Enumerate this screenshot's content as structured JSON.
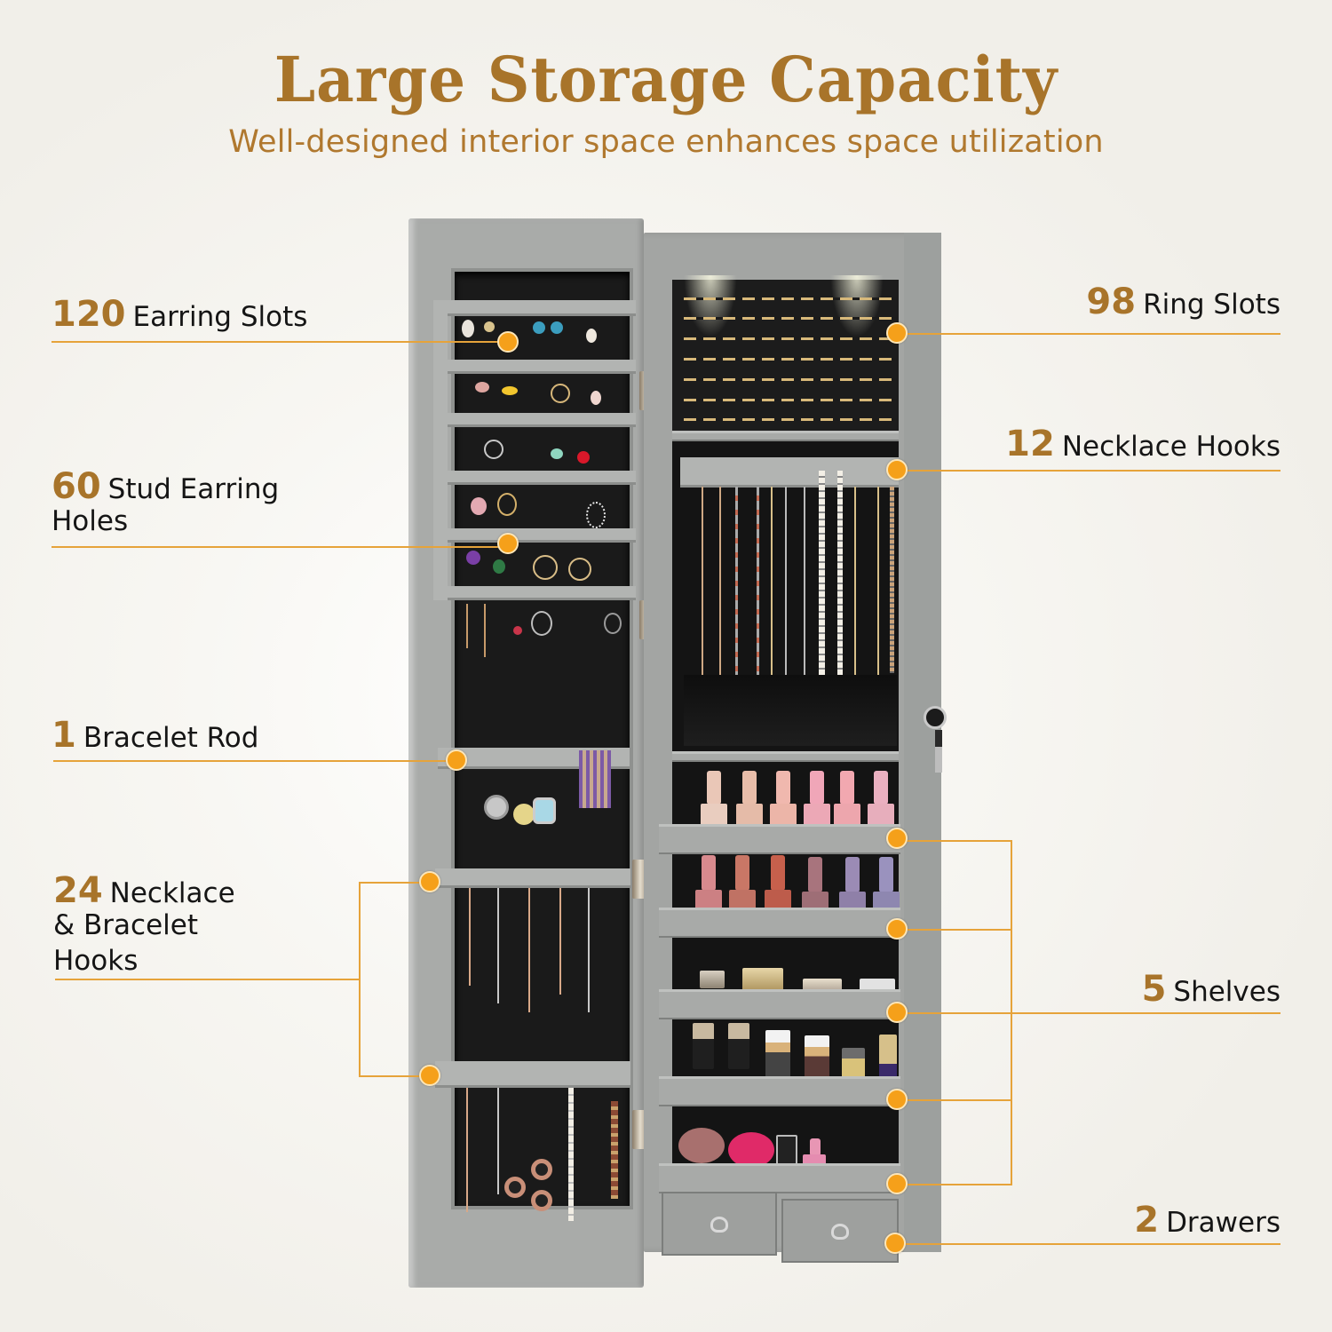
{
  "header": {
    "title": "Large Storage Capacity",
    "subtitle": "Well-designed interior space enhances space utilization"
  },
  "colors": {
    "accent_text": "#a8742a",
    "callout_dot": "#f5a01a",
    "callout_line": "#e6a33a",
    "cabinet_grey": "#a3a5a3",
    "background": "#f4f2ec"
  },
  "callouts": {
    "left": [
      {
        "num": "120",
        "text": "Earring Slots"
      },
      {
        "num": "60",
        "text": "Stud Earring",
        "text2": "Holes"
      },
      {
        "num": "1",
        "text": "Bracelet Rod"
      },
      {
        "num": "24",
        "text": "Necklace",
        "text2": "& Bracelet",
        "text3": "Hooks"
      }
    ],
    "right": [
      {
        "num": "98",
        "text": "Ring Slots"
      },
      {
        "num": "12",
        "text": "Necklace Hooks"
      },
      {
        "num": "5",
        "text": "Shelves"
      },
      {
        "num": "2",
        "text": "Drawers"
      }
    ]
  },
  "product": {
    "name": "wall-mounted jewelry armoire, door open",
    "features": [
      "LED lights",
      "lock with key",
      "earring bars",
      "ring rolls",
      "necklace hooks",
      "bracelet rod",
      "cosmetic shelves",
      "drawers"
    ]
  }
}
